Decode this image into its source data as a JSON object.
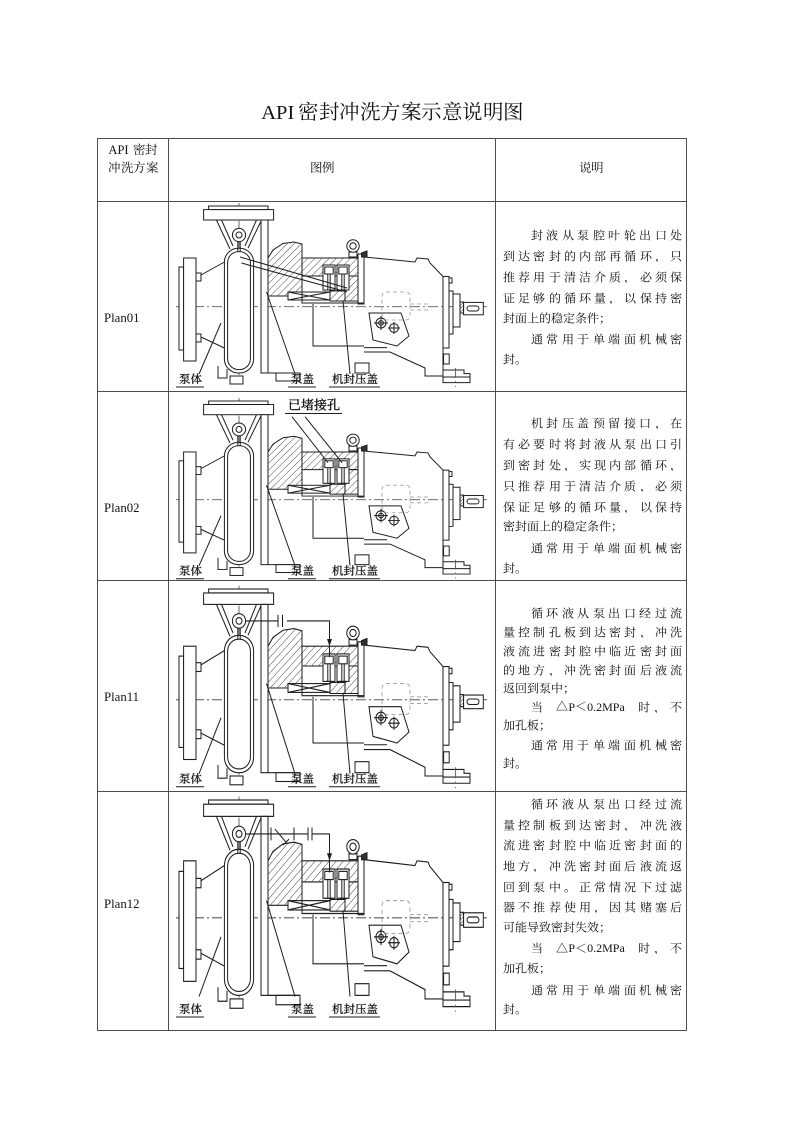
{
  "page": {
    "title": "API密封冲洗方案示意说明图"
  },
  "table": {
    "header": {
      "plan_line1": "API密封",
      "plan_line2": "冲洗方案",
      "legend": "图例",
      "desc": "说明"
    },
    "rows": [
      {
        "plan": "Plan01",
        "diagram_variant": "plan01",
        "paragraphs": [
          [
            "封液从泵腔叶轮出口处",
            "到达密封的内部再循环，只",
            "推荐用于清洁介质，必须保",
            "证足够的循环量，以保持密",
            "封面上的稳定条件；"
          ],
          [
            "通常用于单端面机械密",
            "封。"
          ]
        ]
      },
      {
        "plan": "Plan02",
        "diagram_variant": "plan02",
        "paragraphs": [
          [
            "机封压盖预留接口，在",
            "有必要时将封液从泵出口引",
            "到密封处，实现内部循环，",
            "只推荐用于清洁介质，必须",
            "保证足够的循环量，以保持",
            "密封面上的稳定条件；"
          ],
          [
            "通常用于单端面机械密",
            "封。"
          ]
        ]
      },
      {
        "plan": "Plan11",
        "diagram_variant": "plan11",
        "paragraphs": [
          [
            "循环液从泵出口经过流",
            "量控制孔板到达密封，冲洗",
            "液流进密封腔中临近密封面",
            "的地方，冲洗密封面后液流",
            "返回到泵中；"
          ],
          [
            "当 △P＜0.2MPa 时，不",
            "加孔板；"
          ],
          [
            "通常用于单端面机械密",
            "封。"
          ]
        ]
      },
      {
        "plan": "Plan12",
        "diagram_variant": "plan12",
        "paragraphs": [
          [
            "循环液从泵出口经过流",
            "量控制板到达密封，冲洗液",
            "流进密封腔中临近密封面的",
            "地方，冲洗密封面后液流返",
            "回到泵中。正常情况下过滤",
            "器不推荐使用，因其赌塞后",
            "可能导致密封失效；"
          ],
          [
            "当 △P＜0.2MPa 时，不",
            "加孔板；"
          ],
          [
            "通常用于单端面机械密",
            "封。"
          ]
        ]
      }
    ]
  },
  "diagram_labels": {
    "pump_body": "泵体",
    "pump_cover": "泵盖",
    "seal_gland": "机封压盖",
    "plugged_port": "已堵接孔"
  }
}
